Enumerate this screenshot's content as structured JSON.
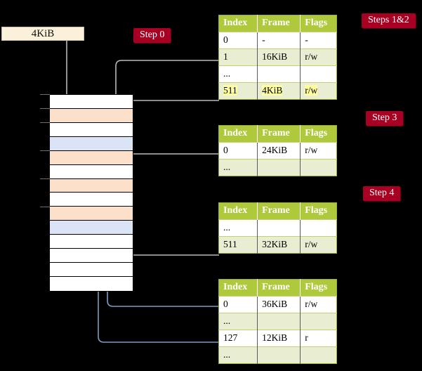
{
  "source_box": {
    "label": "4KiB"
  },
  "badges": [
    {
      "name": "step-0",
      "label": "Step 0"
    },
    {
      "name": "steps-1-2",
      "label": "Steps 1&2"
    },
    {
      "name": "step-3",
      "label": "Step 3"
    },
    {
      "name": "step-4",
      "label": "Step 4"
    }
  ],
  "colors": {
    "badge_bg": "#a80023",
    "table_header_bg": "#aec93c",
    "table_alt_row_bg": "#e9eed3",
    "highlight": "#ffffa0",
    "memory_peach": "#fce0c9",
    "memory_blue": "#dae4f6",
    "source_box_bg": "#fbf0d9",
    "connector_gray": "#b9b9b9",
    "connector_blue": "#7d9cc8"
  },
  "memory_column": {
    "name": "physical-memory-column",
    "rows": [
      {
        "fill": "white"
      },
      {
        "fill": "peach"
      },
      {
        "fill": "white"
      },
      {
        "fill": "blue"
      },
      {
        "fill": "peach"
      },
      {
        "fill": "white"
      },
      {
        "fill": "peach"
      },
      {
        "fill": "white"
      },
      {
        "fill": "peach"
      },
      {
        "fill": "blue"
      },
      {
        "fill": "white"
      },
      {
        "fill": "white"
      },
      {
        "fill": "white"
      },
      {
        "fill": "white"
      }
    ]
  },
  "tables": [
    {
      "name": "page-table-level-4",
      "headers": [
        "Index",
        "Frame",
        "Flags"
      ],
      "rows": [
        {
          "style": "plain",
          "cells": [
            "0",
            "-",
            "-"
          ],
          "highlight": false
        },
        {
          "style": "alt",
          "cells": [
            "1",
            "16KiB",
            "r/w"
          ],
          "highlight": false
        },
        {
          "style": "plain",
          "cells": [
            "...",
            "",
            ""
          ],
          "highlight": false
        },
        {
          "style": "alt",
          "cells": [
            "511",
            "4KiB",
            "r/w"
          ],
          "highlight": true
        }
      ]
    },
    {
      "name": "page-table-level-3",
      "headers": [
        "Index",
        "Frame",
        "Flags"
      ],
      "rows": [
        {
          "style": "plain",
          "cells": [
            "0",
            "24KiB",
            "r/w"
          ],
          "highlight": false
        },
        {
          "style": "alt",
          "cells": [
            "...",
            "",
            ""
          ],
          "highlight": false
        }
      ]
    },
    {
      "name": "page-table-level-2",
      "headers": [
        "Index",
        "Frame",
        "Flags"
      ],
      "rows": [
        {
          "style": "plain",
          "cells": [
            "...",
            "",
            ""
          ],
          "highlight": false
        },
        {
          "style": "alt",
          "cells": [
            "511",
            "32KiB",
            "r/w"
          ],
          "highlight": false
        }
      ]
    },
    {
      "name": "page-table-level-1",
      "headers": [
        "Index",
        "Frame",
        "Flags"
      ],
      "rows": [
        {
          "style": "plain",
          "cells": [
            "0",
            "36KiB",
            "r/w"
          ],
          "highlight": false
        },
        {
          "style": "alt",
          "cells": [
            "...",
            "",
            ""
          ],
          "highlight": false
        },
        {
          "style": "plain",
          "cells": [
            "127",
            "12KiB",
            "r"
          ],
          "highlight": false
        },
        {
          "style": "alt",
          "cells": [
            "...",
            "",
            ""
          ],
          "highlight": false
        }
      ]
    }
  ]
}
